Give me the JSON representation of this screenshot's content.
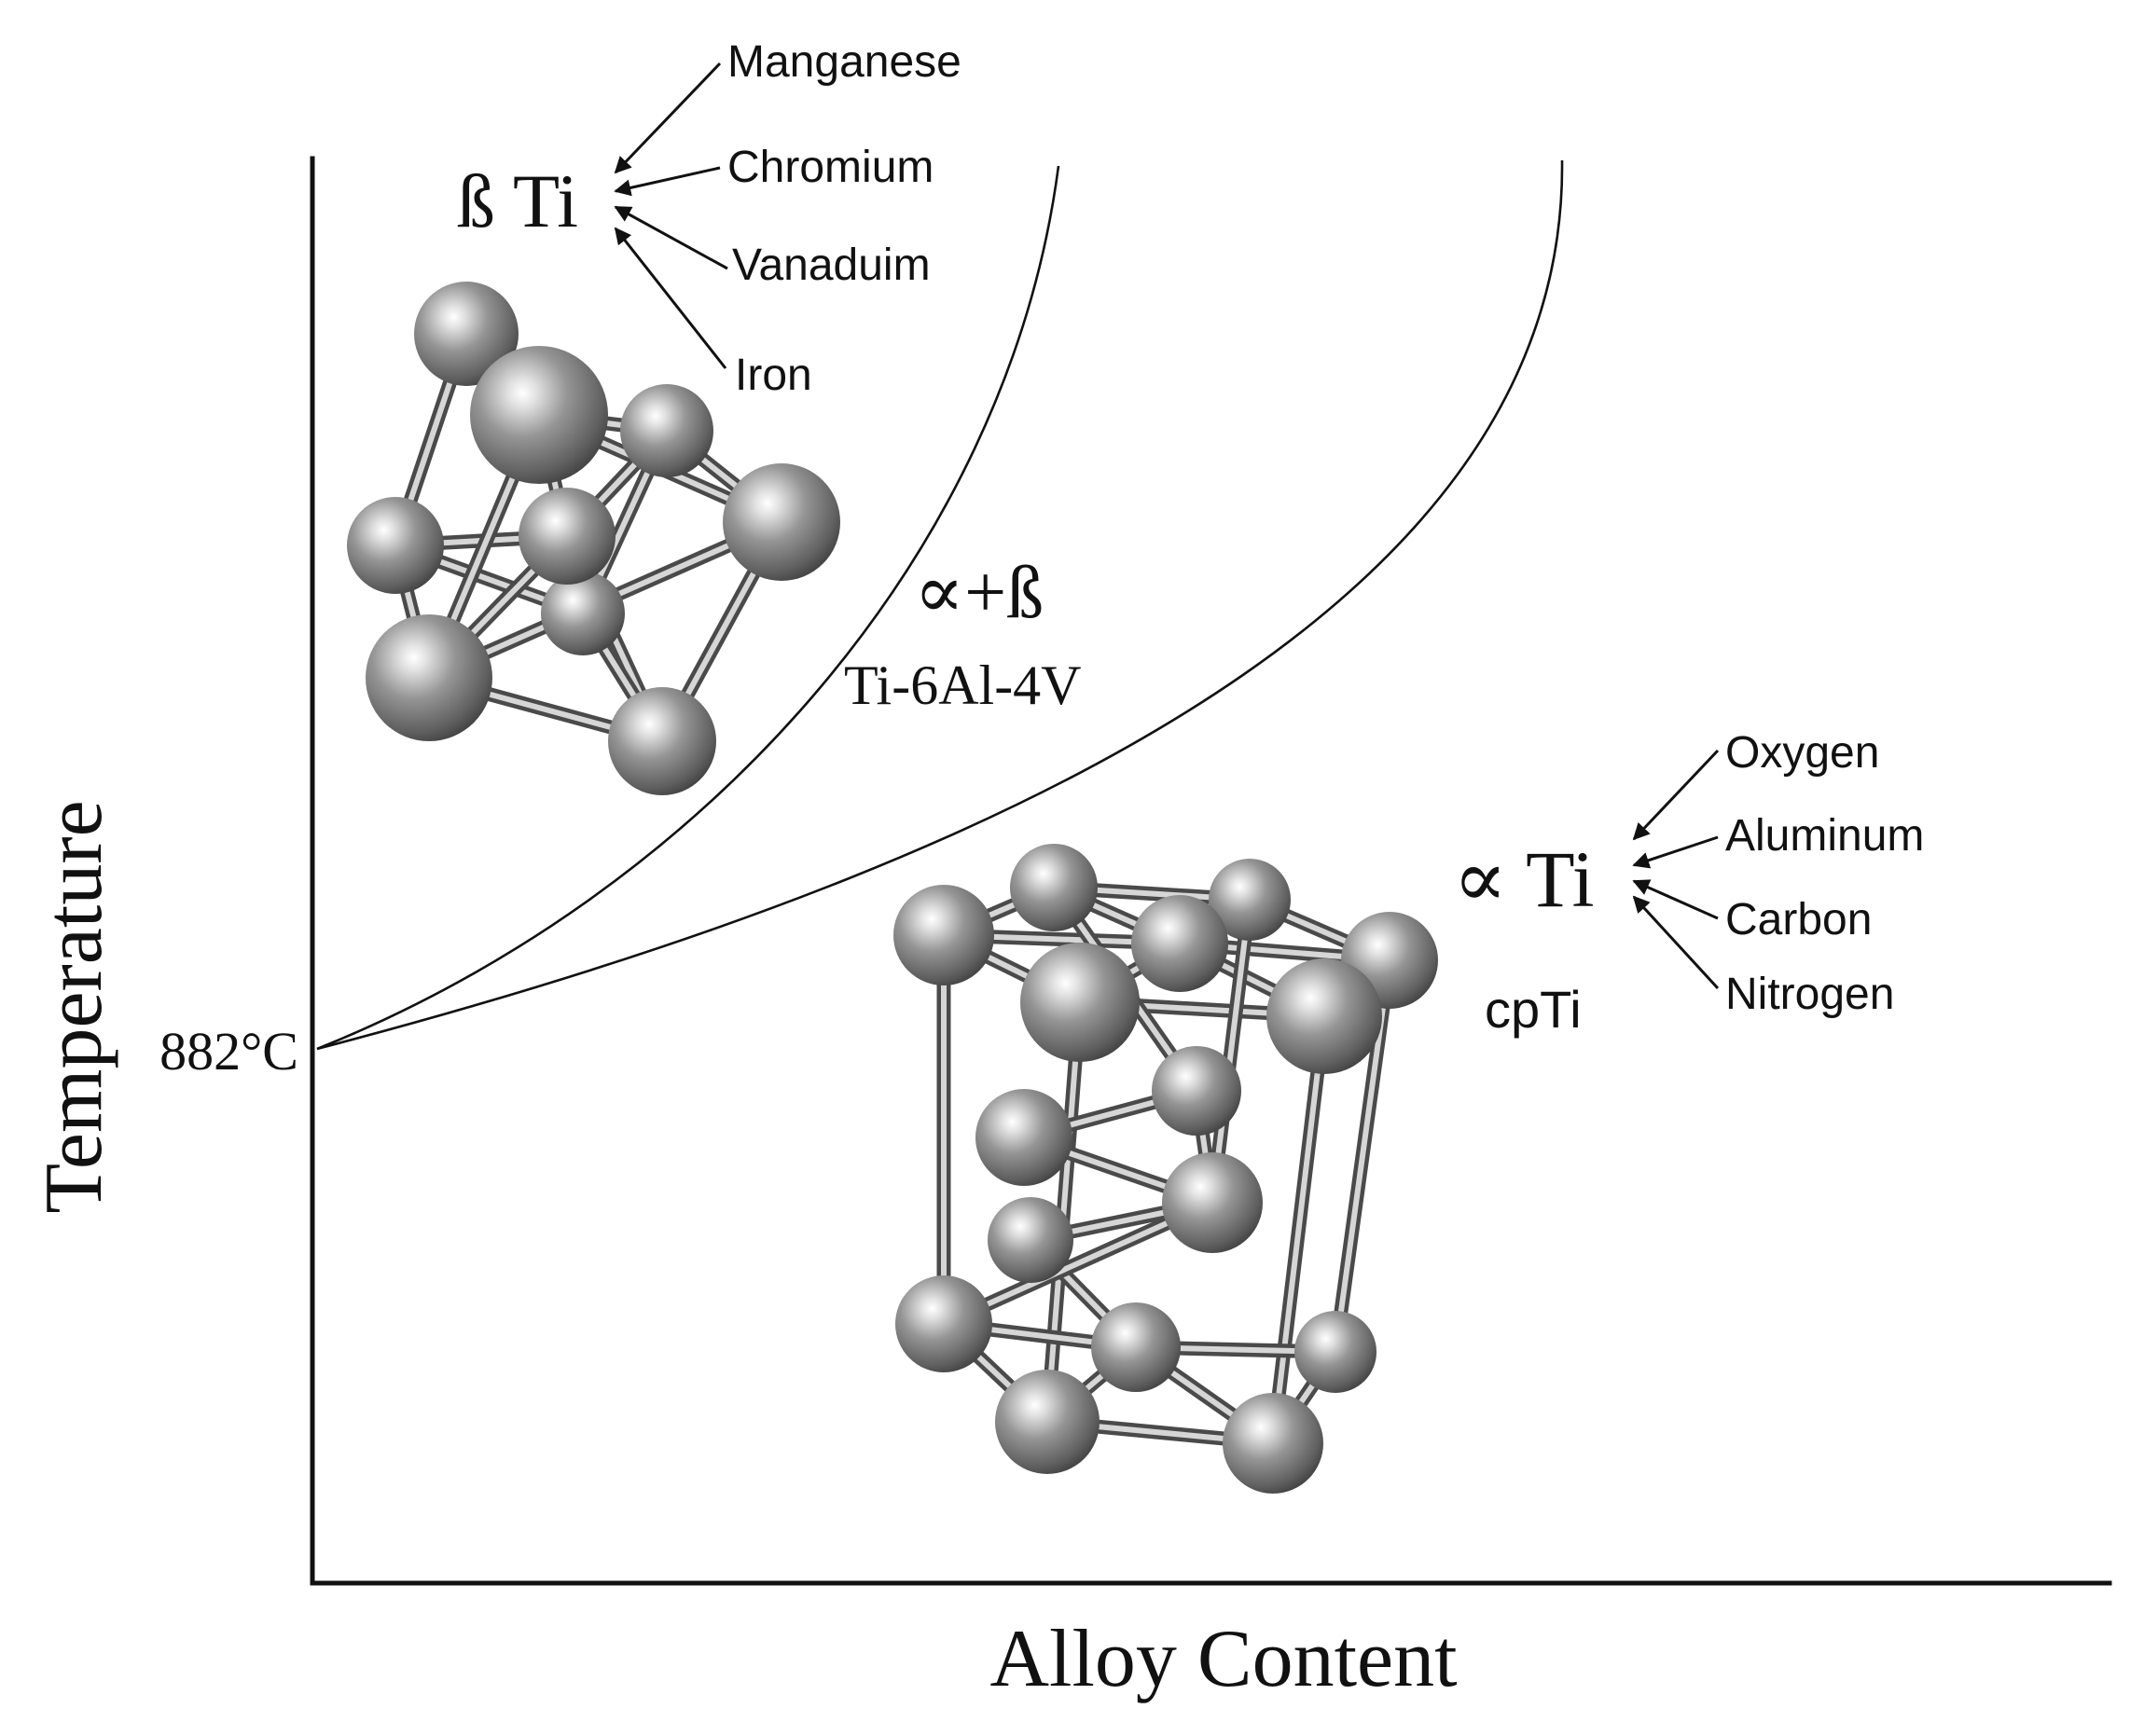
{
  "axes": {
    "x_label": "Alloy Content",
    "y_label": "Temperature",
    "transition_temperature": "882°C"
  },
  "regions": {
    "beta": {
      "label": "ß Ti",
      "stabilizers": [
        "Manganese",
        "Chromium",
        "Vanaduim",
        "Iron"
      ]
    },
    "alpha_beta": {
      "label": "∝+ß",
      "example_alloy": "Ti-6Al-4V"
    },
    "alpha": {
      "label": "∝ Ti",
      "example_alloy": "cpTi",
      "stabilizers": [
        "Oxygen",
        "Aluminum",
        "Carbon",
        "Nitrogen"
      ]
    }
  },
  "structures": [
    {
      "icon": "bcc-crystal-lattice-icon"
    },
    {
      "icon": "hcp-crystal-lattice-icon"
    }
  ],
  "colors": {
    "line": "#111111",
    "atom": "#7a7a7a",
    "bond": "#bcbcbc"
  }
}
